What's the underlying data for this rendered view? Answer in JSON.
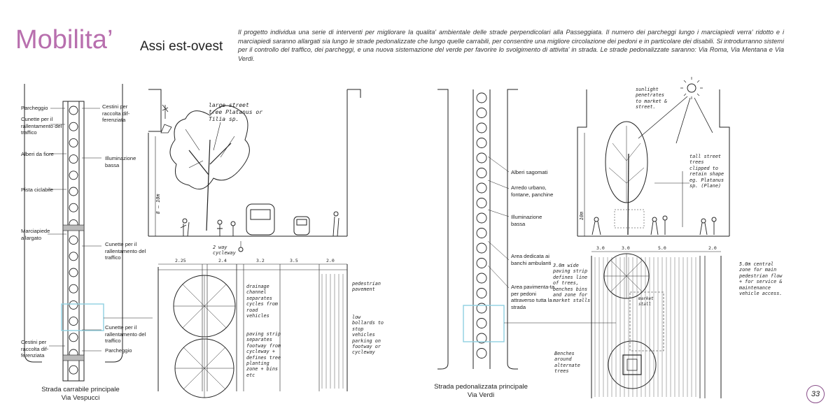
{
  "header": {
    "title": "Mobilita’",
    "subtitle": "Assi est-ovest",
    "intro": "Il progetto individua una serie di interventi per migliorare la qualita' ambientale delle strade perpendicolari alla Passeggiata. Il numero dei parcheggi lungo i marciapiedi verra' ridotto e i marciapiedi saranno allargati sia lungo le strade pedonalizzate che lungo quelle carrabili, per consentire una migliore circolazione dei pedoni e in particolare dei disabili. Si introdurranno sistemi per il controllo del traffico, dei parcheggi, e una nuova sistemazione del verde per favorire lo svolgimento di attivita' in strada. Le strade pedonalizzate saranno: Via Roma, Via Mentana e Via Verdi."
  },
  "left_plan": {
    "labels": {
      "parcheggio_top": "Parcheggio",
      "cunette_top": "Cunette per il rallentamento del traffico",
      "alberi_fiore": "Alberi da fiore",
      "pista": "Pista ciclabile",
      "marciapiede": "Marciapiede allargato",
      "cestini_bottom": "Cestini per raccolta dif-ferenziata",
      "cestini_top": "Cestini per raccolta dif-ferenziata",
      "illuminazione": "Illuminazione bassa",
      "cunette_mid": "Cunette per il rallentamento del traffico",
      "cunette_bottom": "Cunette per il rallentamento del traffico",
      "parcheggio_bottom": "Parcheggio"
    },
    "caption_1": "Strada carrabile principale",
    "caption_2": "Via Vespucci"
  },
  "left_sketch": {
    "tree_note": "large street tree Platanus or Tilia sp.",
    "height": "8 – 10m",
    "cycleway": "2 way cycleway",
    "dims": [
      "2.25",
      "2.4",
      "3.2",
      "3.5",
      "2.0"
    ],
    "note_drainage": "drainage channel separates cycles from road vehicles",
    "note_paving": "paving strip separates footway from cycleway + defines tree planting zone + bins etc",
    "note_pedestrian": "pedestrian pavement",
    "note_bollards": "low bollards to stop vehicles parking on footway or cycleway"
  },
  "right_plan": {
    "labels": {
      "alberi": "Alberi sagomati",
      "arredo": "Arredo urbano, fontane, panchine",
      "illuminazione": "Illuminazione bassa",
      "area_banchi": "Area dedicata ai banchi ambulanti",
      "area_pav": "Area pavimenta-ta per pedoni attraverso tutta la strada"
    },
    "caption_1": "Strada pedonalizzata principale",
    "caption_2": "Via Verdi"
  },
  "right_sketch": {
    "sun_note": "sunlight penetrates to market & street.",
    "tall_note": "tall street trees clipped to retain shape eg. Platanus sp. (Plane)",
    "height": "10m",
    "dims": [
      "3.0",
      "3.0",
      "5.0",
      "2.0"
    ],
    "note_left": "3.0m wide paving strip defines line of trees, benches bins and zone for market stalls",
    "note_market": "market stall",
    "note_right": "5.0m central zone for main pedestrian flow + for service & maintenance vehicle access.",
    "note_benches": "Benches around alternate trees"
  },
  "page": {
    "number": "33"
  },
  "colors": {
    "title": "#b86fae",
    "highlight": "#8fd0e0",
    "ink": "#222222"
  }
}
